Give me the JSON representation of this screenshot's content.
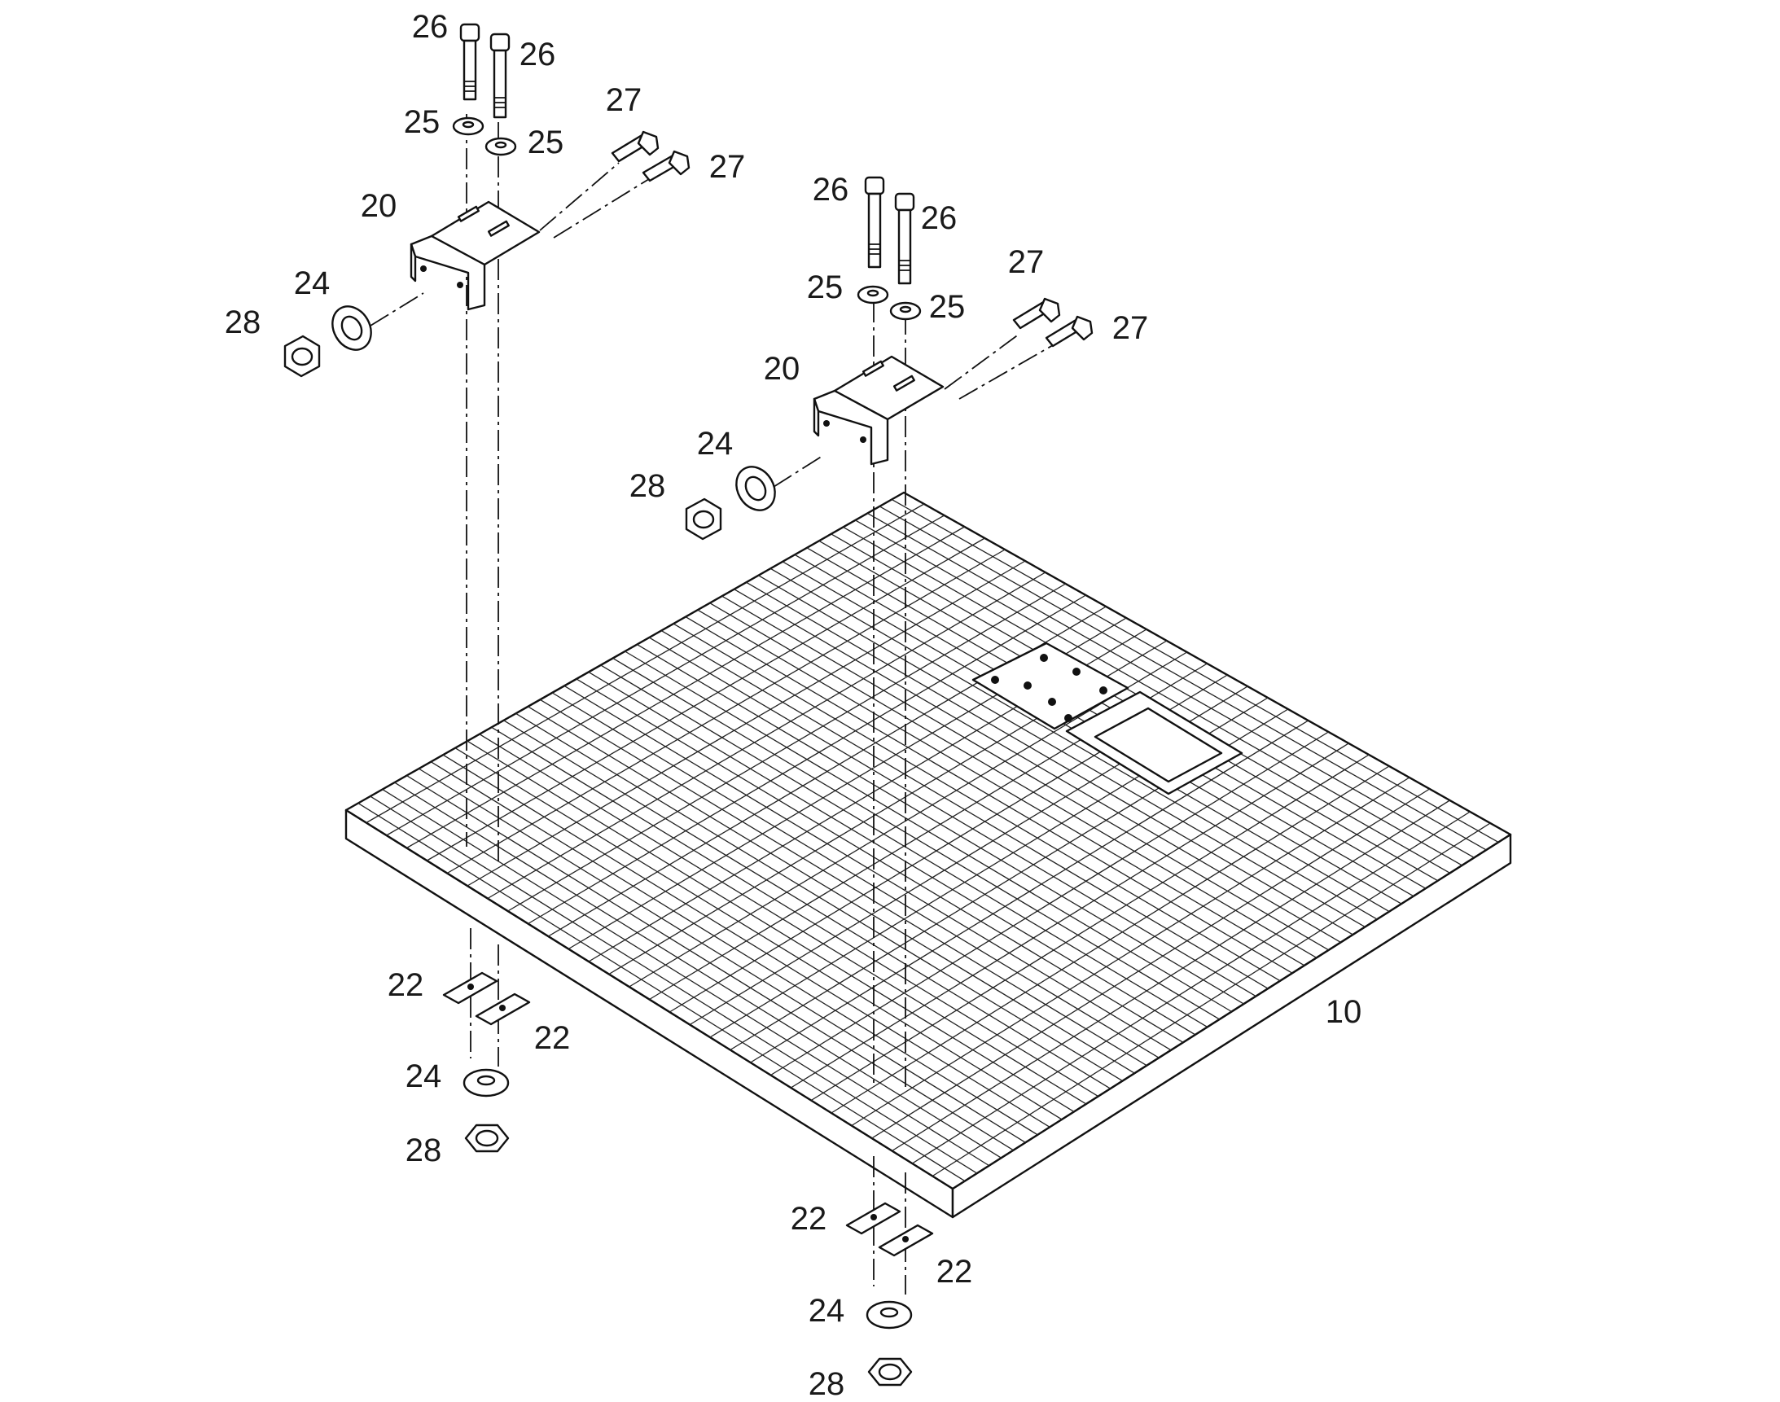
{
  "diagram": {
    "callouts": {
      "grating": "10",
      "bracket_left": "20",
      "bracket_right": "20",
      "plate_ll_a": "22",
      "plate_ll_b": "22",
      "plate_lr_a": "22",
      "plate_lr_b": "22",
      "washer24_ul": "24",
      "washer24_ur": "24",
      "washer24_ll": "24",
      "washer24_lr": "24",
      "washer25_ula": "25",
      "washer25_ulb": "25",
      "washer25_ura": "25",
      "washer25_urb": "25",
      "bolt26_ula": "26",
      "bolt26_ulb": "26",
      "bolt26_ura": "26",
      "bolt26_urb": "26",
      "bolt27_ula": "27",
      "bolt27_ulb": "27",
      "bolt27_ura": "27",
      "bolt27_urb": "27",
      "nut28_ul": "28",
      "nut28_ur": "28",
      "nut28_ll": "28",
      "nut28_lr": "28"
    },
    "line_color": "#111111",
    "background": "#ffffff"
  }
}
